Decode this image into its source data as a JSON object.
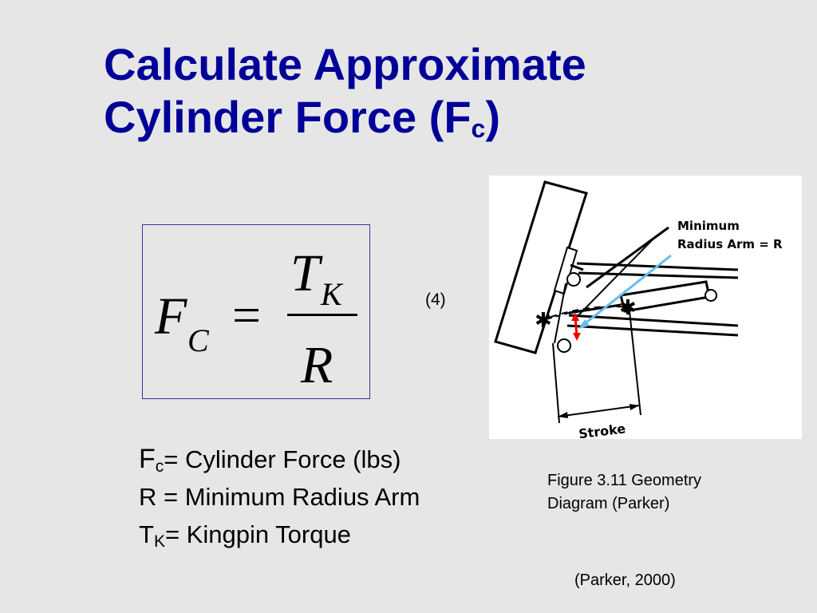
{
  "slide": {
    "title_line1": "Calculate Approximate",
    "title_line2_prefix": "Cylinder Force (F",
    "title_line2_sub": "c",
    "title_line2_suffix": ")",
    "title_color": "#000099",
    "background_color": "#e6e6e6"
  },
  "equation": {
    "lhs_symbol": "F",
    "lhs_subscript": "C",
    "equals": "=",
    "numerator_symbol": "T",
    "numerator_subscript": "K",
    "denominator_symbol": "R",
    "number": "(4)",
    "box_border_color": "#333399"
  },
  "definitions": [
    {
      "symbol": "F",
      "subscript": "c",
      "text": "= Cylinder Force (lbs)"
    },
    {
      "symbol": "R",
      "subscript": "",
      "text": " = Minimum Radius Arm"
    },
    {
      "symbol": "T",
      "subscript": "K",
      "text": "= Kingpin Torque"
    }
  ],
  "figure": {
    "label_line1": "Minimum",
    "label_line2": "Radius Arm = R",
    "stroke_label": "Stroke",
    "pointer_color": "#66bbee",
    "marker_color": "#ee0000",
    "caption_line1": "Figure 3.11 Geometry",
    "caption_line2": "Diagram (Parker)"
  },
  "citation": "(Parker, 2000)"
}
